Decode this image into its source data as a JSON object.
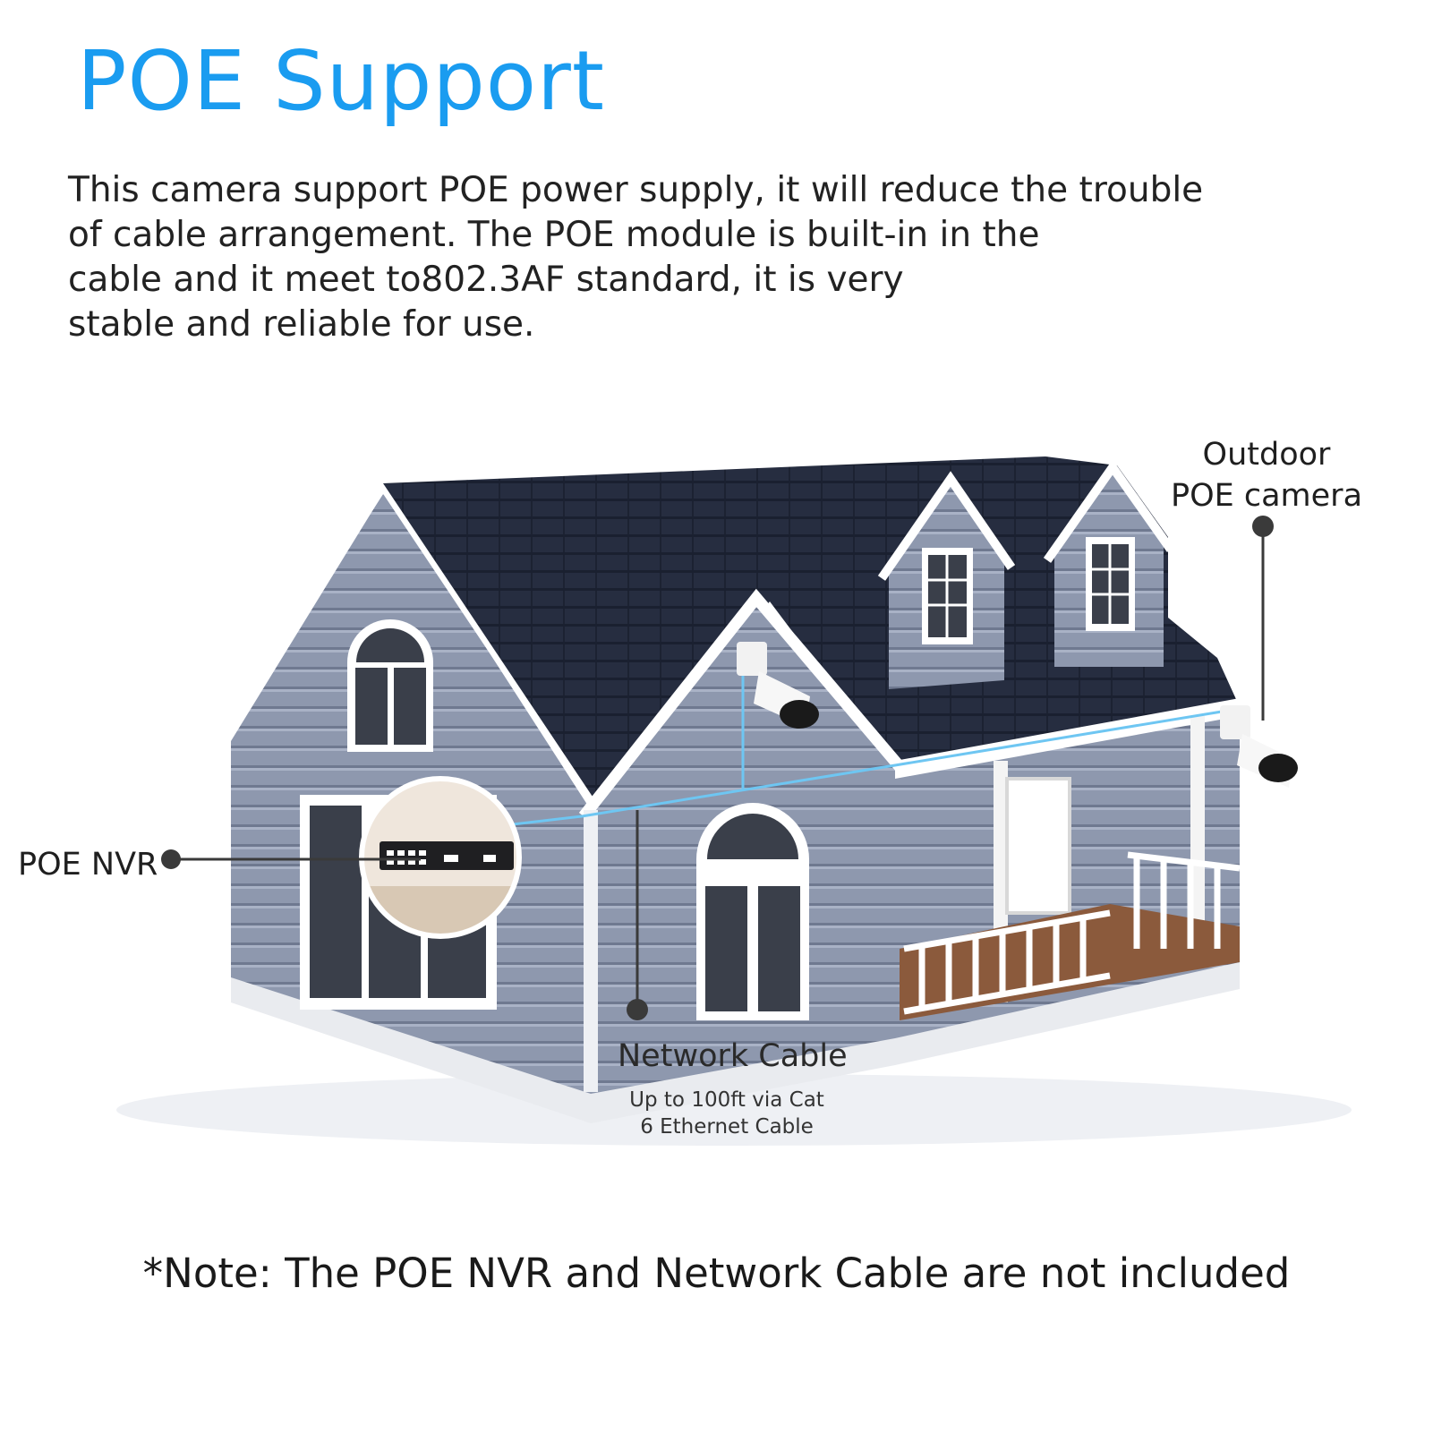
{
  "title": "POE Support",
  "description": [
    "This camera support POE power supply, it will reduce the trouble",
    "of cable arrangement. The POE module is built-in in the",
    "cable and it meet to802.3AF standard, it is very",
    "stable and reliable for use."
  ],
  "labels": {
    "outdoor_camera": [
      "Outdoor",
      "POE camera"
    ],
    "poe_nvr": "POE NVR",
    "network_cable": "Network Cable",
    "network_cable_sub": [
      "Up to 100ft via Cat",
      "6 Ethernet Cable"
    ]
  },
  "note": "*Note: The POE NVR and Network Cable are not included",
  "colors": {
    "title": "#1a9cf0",
    "roof": "#262d40",
    "siding": "#8d97ad",
    "trim": "#ffffff",
    "cable": "#6ec6f2",
    "porch_floor": "#8b5a3c"
  }
}
